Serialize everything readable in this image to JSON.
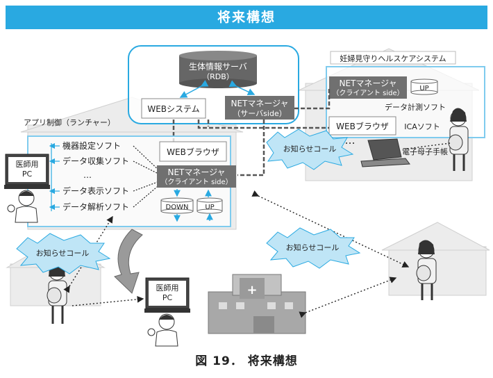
{
  "title": "将来構想",
  "caption": "図 19．  将来構想",
  "server": {
    "db_line1": "生体情報サーバ",
    "db_line2": "（RDB）",
    "web_system": "WEBシステム",
    "net_mgr_line1": "NETマネージャ",
    "net_mgr_line2": "（サーバside）"
  },
  "pregnant_system": {
    "title": "妊婦見守りヘルスケアシステム",
    "net_mgr_line1": "NETマネージャ",
    "net_mgr_line2": "（クライアント side）",
    "up": "UP",
    "data_measure": "データ計測ソフト",
    "browser": "WEBブラウザ",
    "ica": "ICAソフト",
    "techo": "電子母子手帳"
  },
  "app_control": {
    "title": "アプリ制御（ランチャー）",
    "items": [
      "機器設定ソフト",
      "データ収集ソフト",
      "…",
      "データ表示ソフト",
      "データ解析ソフト"
    ],
    "browser": "WEBブラウザ",
    "net_mgr_line1": "NETマネージャ",
    "net_mgr_line2": "（クライアント side）",
    "down": "DOWN",
    "up": "UP"
  },
  "doctor_pc_line1": "医師用",
  "doctor_pc_line2": "PC",
  "notify": "お知らせコール",
  "colors": {
    "accent": "#29a9e1",
    "dark_box": "#707070",
    "light_line": "#7fcbee"
  }
}
